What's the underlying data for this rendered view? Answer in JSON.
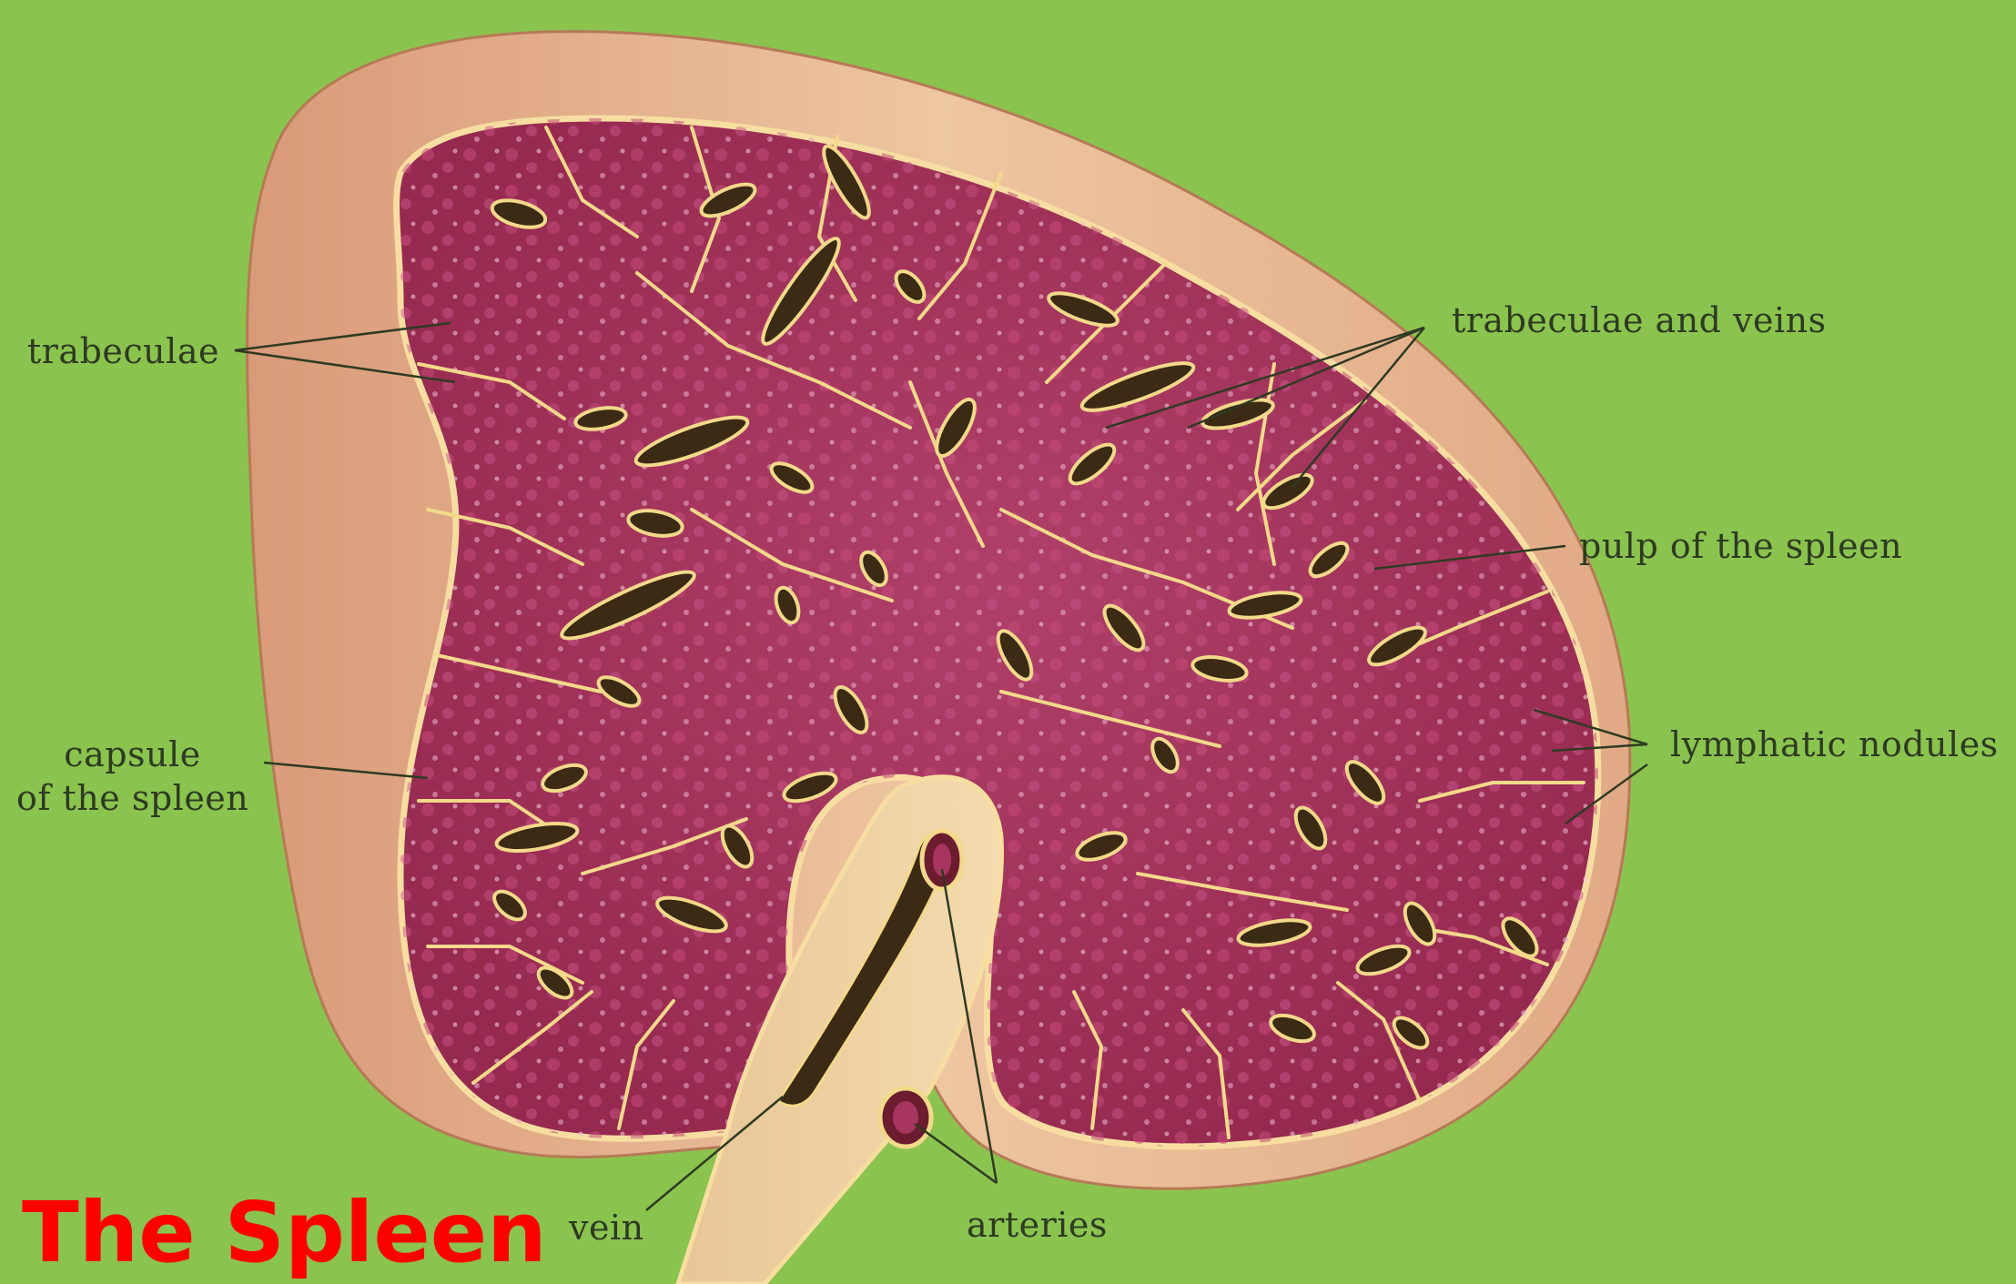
{
  "title": "The Spleen",
  "labels": {
    "trabeculae": "trabeculae",
    "trabeculae_and_veins": "trabeculae and veins",
    "pulp": "pulp of the spleen",
    "capsule_line1": "capsule",
    "capsule_line2": "of the spleen",
    "lymphatic_nodules": "lymphatic nodules",
    "vein": "vein",
    "arteries": "arteries"
  },
  "colors": {
    "background": "#8bc34f",
    "pulp": "#a83560",
    "capsule": "#e2b28a",
    "trabeculae": "#f3d98a",
    "veins": "#3b2a14",
    "title": "#ff0000"
  }
}
